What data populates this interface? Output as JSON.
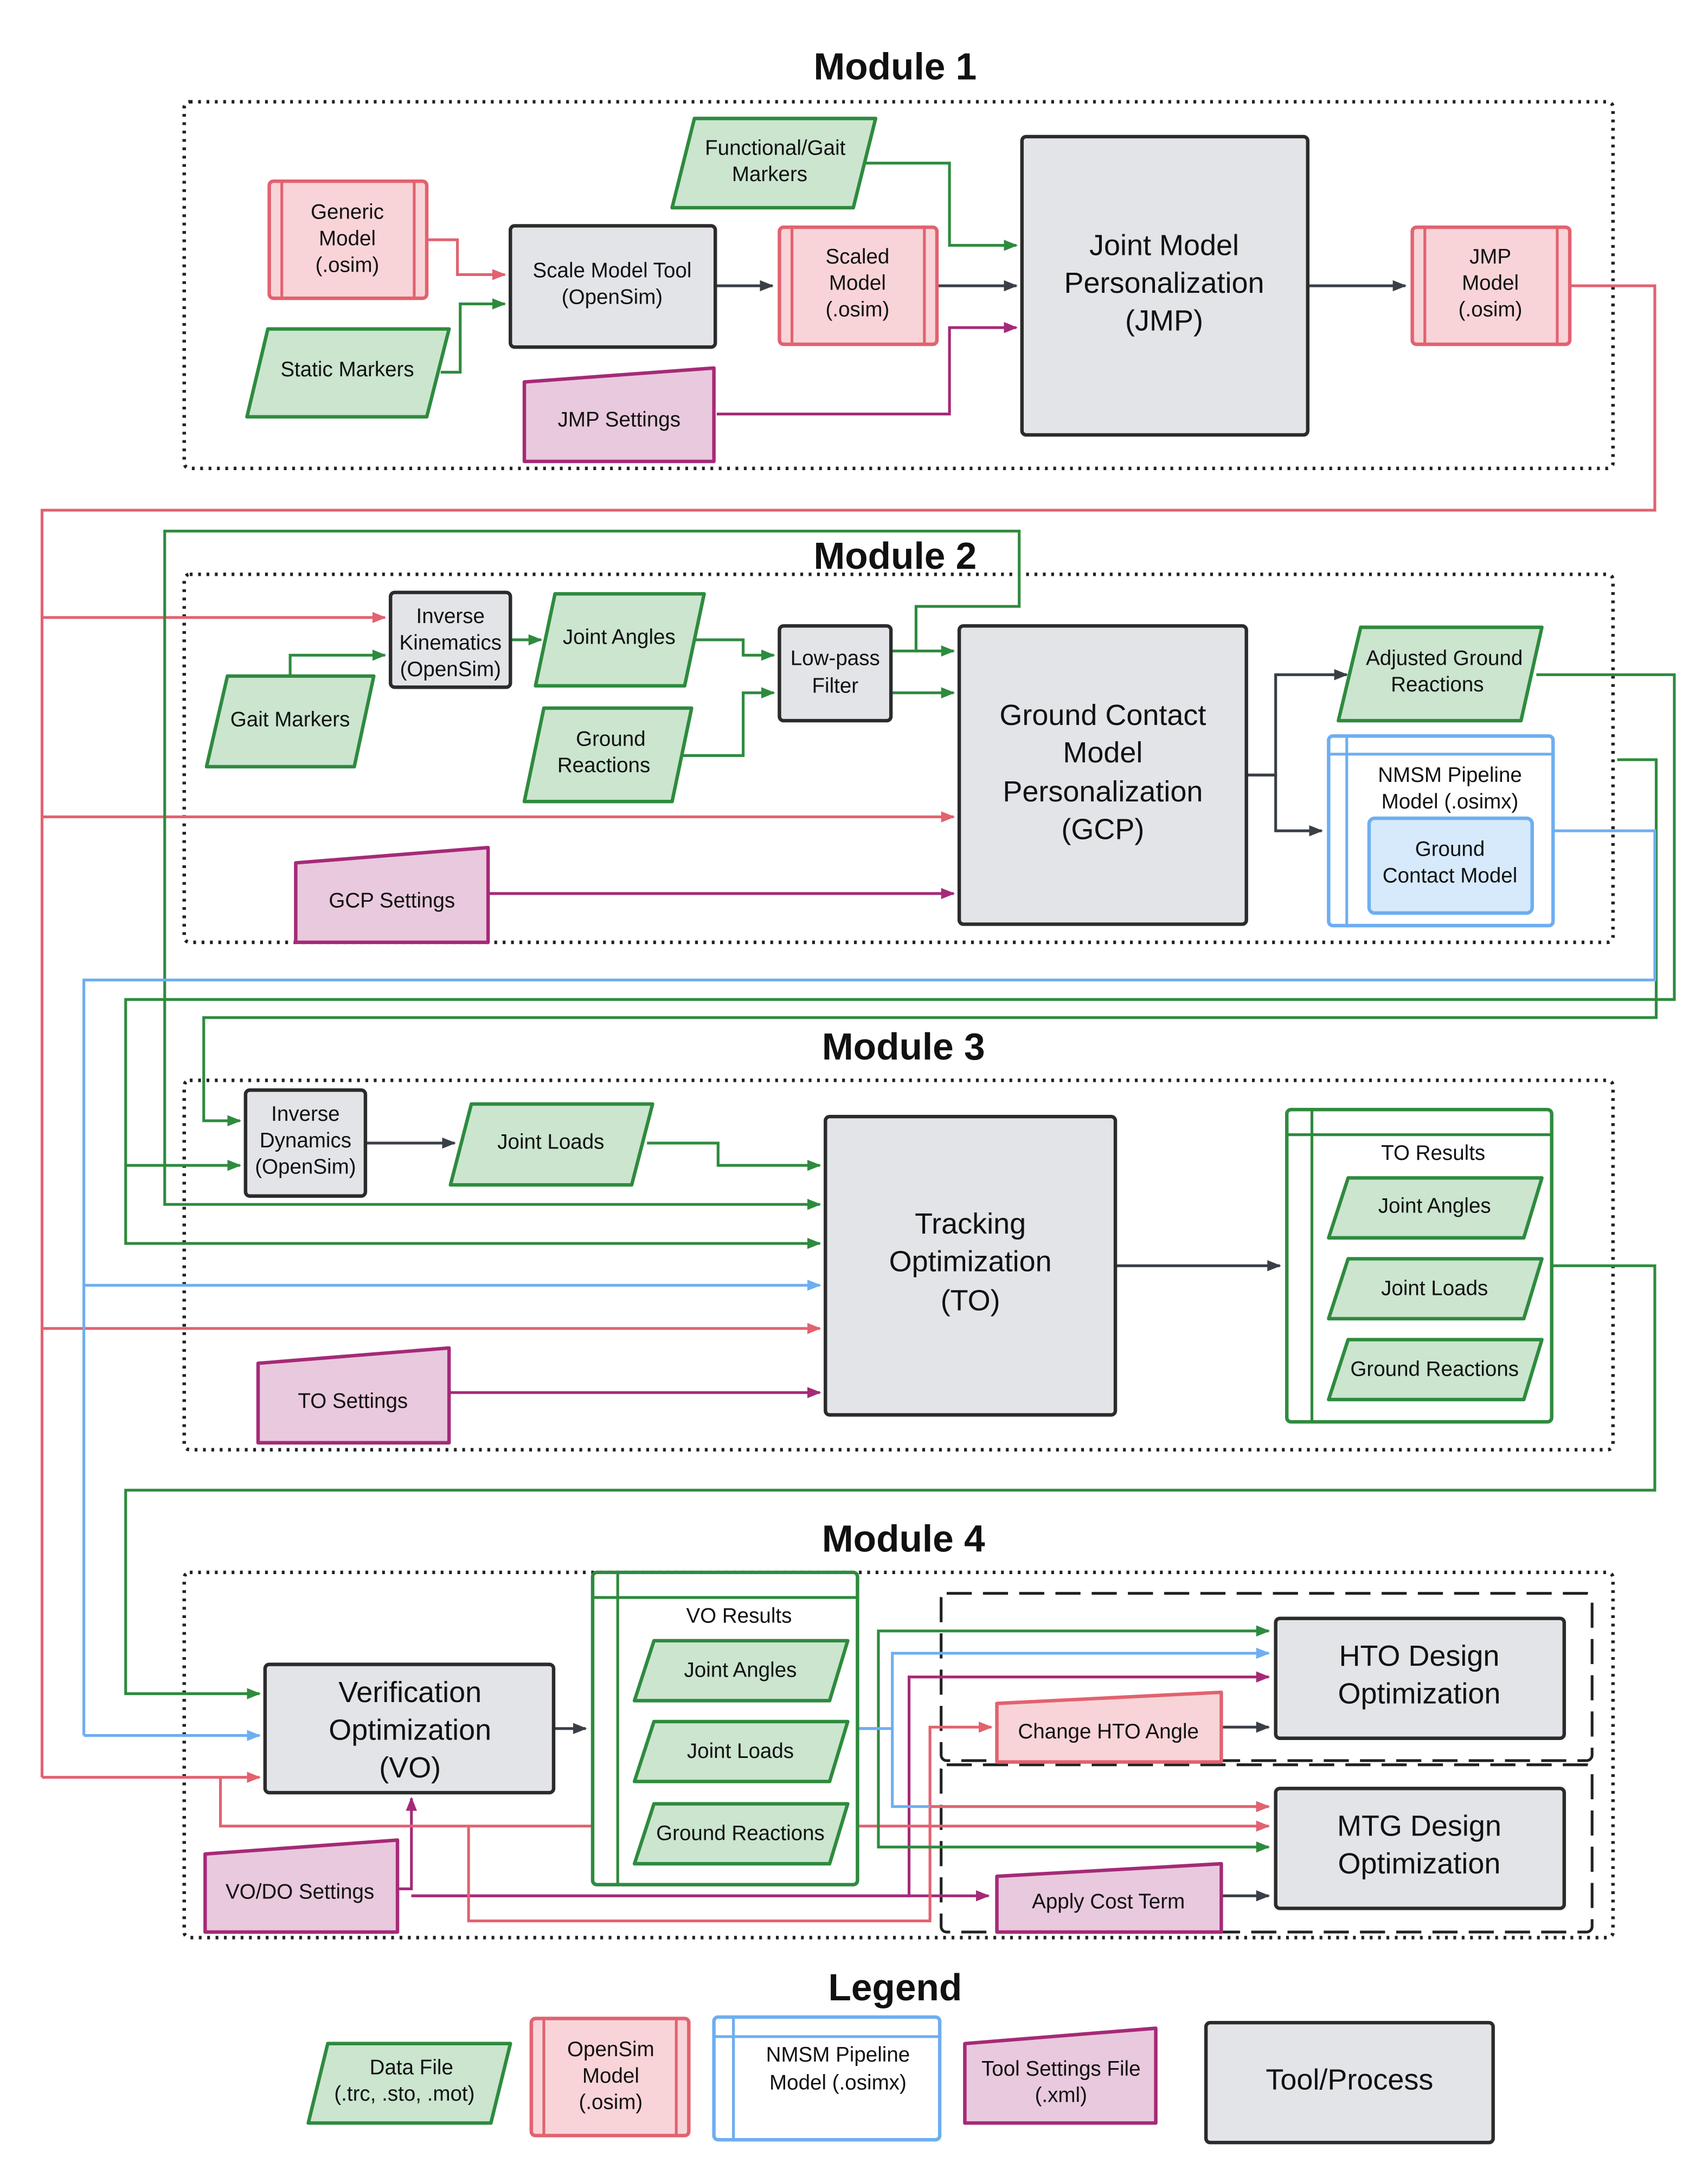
{
  "modules": {
    "m1": "Module 1",
    "m2": "Module 2",
    "m3": "Module 3",
    "m4": "Module 4",
    "legend": "Legend"
  },
  "colors": {
    "data_fill": "#cbe5cf",
    "data_stroke": "#2e8b3e",
    "osim_fill": "#f8d4d8",
    "osim_stroke": "#e26270",
    "nmsm_stroke": "#6eaef0",
    "nmsm_inner_fill": "#d6eafb",
    "settings_fill": "#e9c9dd",
    "settings_stroke": "#a52a77",
    "tool_fill": "#e2e4e8",
    "tool_stroke": "#2b2b2b",
    "arrow_dark": "#3a3f47",
    "arrow_green": "#2e8b3e",
    "arrow_red": "#e26270",
    "arrow_blue": "#6eaef0",
    "arrow_purple": "#a52a77"
  },
  "m1": {
    "generic_model": [
      "Generic",
      "Model",
      "(.osim)"
    ],
    "static_markers": "Static Markers",
    "scale_tool": [
      "Scale Model Tool",
      "(OpenSim)"
    ],
    "functional_markers": [
      "Functional/Gait",
      "Markers"
    ],
    "scaled_model": [
      "Scaled",
      "Model",
      "(.osim)"
    ],
    "jmp_settings": "JMP Settings",
    "jmp": [
      "Joint Model",
      "Personalization",
      "(JMP)"
    ],
    "jmp_model": [
      "JMP",
      "Model",
      "(.osim)"
    ]
  },
  "m2": {
    "gait_markers": "Gait Markers",
    "ik": [
      "Inverse",
      "Kinematics",
      "(OpenSim)"
    ],
    "joint_angles": "Joint Angles",
    "ground_reactions": [
      "Ground",
      "Reactions"
    ],
    "lowpass": [
      "Low-pass",
      "Filter"
    ],
    "gcp": [
      "Ground Contact",
      "Model",
      "Personalization",
      "(GCP)"
    ],
    "adjusted_gr": [
      "Adjusted Ground",
      "Reactions"
    ],
    "nmsm_model": [
      "NMSM Pipeline",
      "Model (.osimx)"
    ],
    "gc_model": [
      "Ground",
      "Contact Model"
    ],
    "gcp_settings": "GCP Settings"
  },
  "m3": {
    "id": [
      "Inverse",
      "Dynamics",
      "(OpenSim)"
    ],
    "joint_loads": "Joint Loads",
    "to": [
      "Tracking",
      "Optimization",
      "(TO)"
    ],
    "to_results": "TO Results",
    "res_angles": "Joint Angles",
    "res_loads": "Joint Loads",
    "res_gr": "Ground Reactions",
    "to_settings": "TO Settings"
  },
  "m4": {
    "vo": [
      "Verification",
      "Optimization",
      "(VO)"
    ],
    "vo_results": "VO Results",
    "res_angles": "Joint Angles",
    "res_loads": "Joint Loads",
    "res_gr": "Ground Reactions",
    "hto": [
      "HTO Design",
      "Optimization"
    ],
    "change_hto": "Change HTO Angle",
    "mtg": [
      "MTG Design",
      "Optimization"
    ],
    "apply_cost": "Apply Cost Term",
    "vo_settings": "VO/DO Settings"
  },
  "legend": {
    "data_file": [
      "Data File",
      "(.trc, .sto, .mot)"
    ],
    "osim_model": [
      "OpenSim",
      "Model",
      "(.osim)"
    ],
    "nmsm_model": [
      "NMSM Pipeline",
      "Model (.osimx)"
    ],
    "tool_settings": [
      "Tool Settings File",
      "(.xml)"
    ],
    "tool_process": "Tool/Process"
  }
}
